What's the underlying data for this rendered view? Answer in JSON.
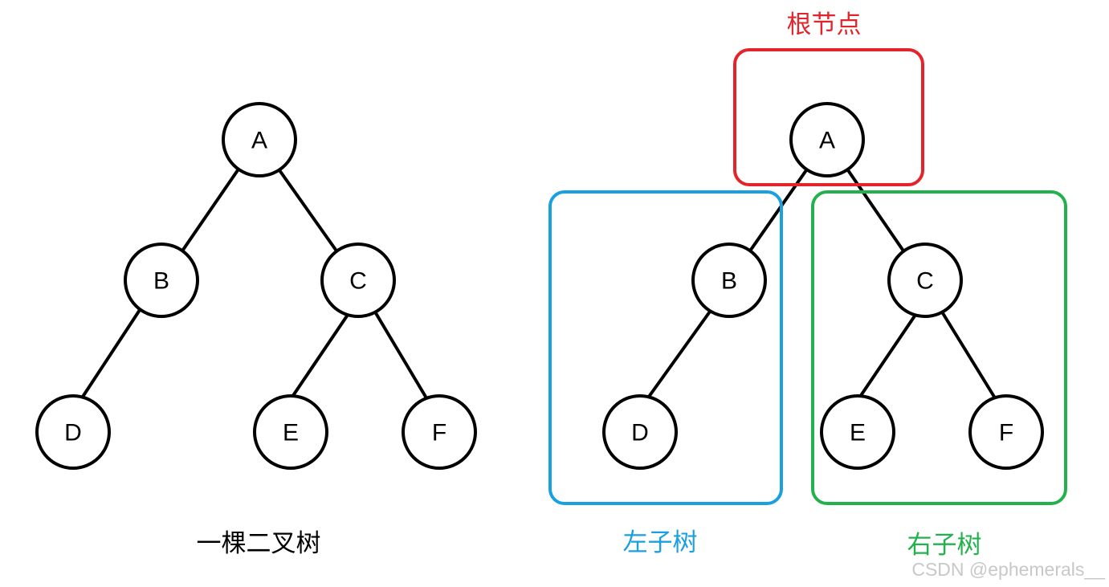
{
  "colors": {
    "root_box": "#e3242b",
    "left_box": "#1a9fe0",
    "right_box": "#22b14c",
    "caption_default": "#000000",
    "watermark": "#c8c8c8"
  },
  "left_tree": {
    "caption": "一棵二叉树",
    "nodes": [
      "A",
      "B",
      "C",
      "D",
      "E",
      "F"
    ]
  },
  "right_tree": {
    "nodes": [
      "A",
      "B",
      "C",
      "D",
      "E",
      "F"
    ],
    "root_label": "根节点",
    "left_subtree_label": "左子树",
    "right_subtree_label": "右子树"
  },
  "watermark": "CSDN @ephemerals__"
}
